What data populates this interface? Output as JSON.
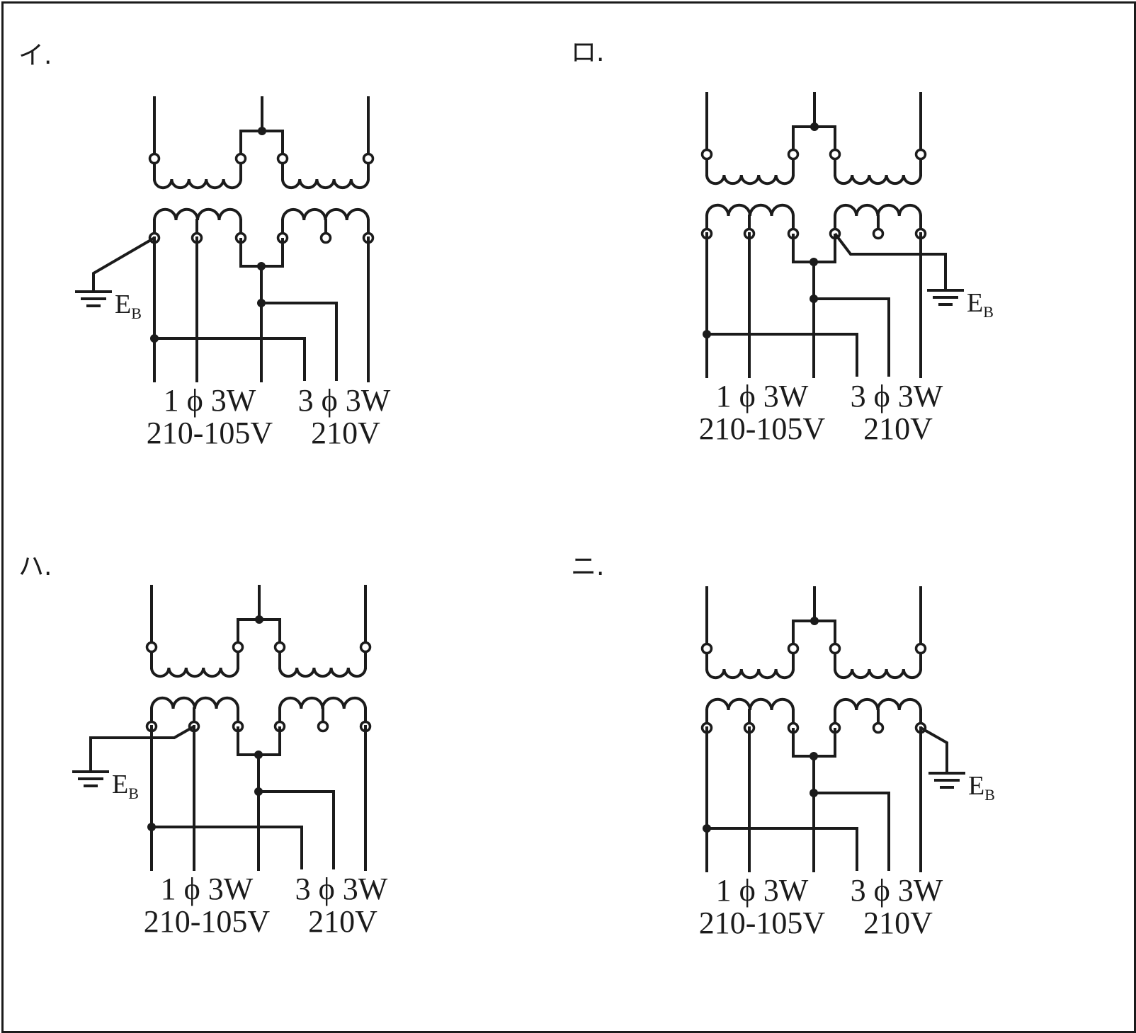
{
  "panels": [
    {
      "label": "イ.",
      "ground_side": "left",
      "ground_tap": "left-outer",
      "caption_1phase": [
        "1 ϕ 3W",
        "210-105V"
      ],
      "caption_3phase": [
        "3 ϕ 3W",
        "210V"
      ],
      "ground_label": "E",
      "ground_sub": "B"
    },
    {
      "label": "ロ.",
      "ground_side": "right",
      "ground_tap": "right-inner",
      "caption_1phase": [
        "1 ϕ 3W",
        "210-105V"
      ],
      "caption_3phase": [
        "3 ϕ 3W",
        "210V"
      ],
      "ground_label": "E",
      "ground_sub": "B"
    },
    {
      "label": "ハ.",
      "ground_side": "left",
      "ground_tap": "left-second",
      "caption_1phase": [
        "1 ϕ 3W",
        "210-105V"
      ],
      "caption_3phase": [
        "3 ϕ 3W",
        "210V"
      ],
      "ground_label": "E",
      "ground_sub": "B"
    },
    {
      "label": "ニ.",
      "ground_side": "right",
      "ground_tap": "right-outer",
      "caption_1phase": [
        "1 ϕ 3W",
        "210-105V"
      ],
      "caption_3phase": [
        "3 ϕ 3W",
        "210V"
      ],
      "ground_label": "E",
      "ground_sub": "B"
    }
  ],
  "colors": {
    "ink": "#1b1b1b",
    "background": "#ffffff"
  }
}
